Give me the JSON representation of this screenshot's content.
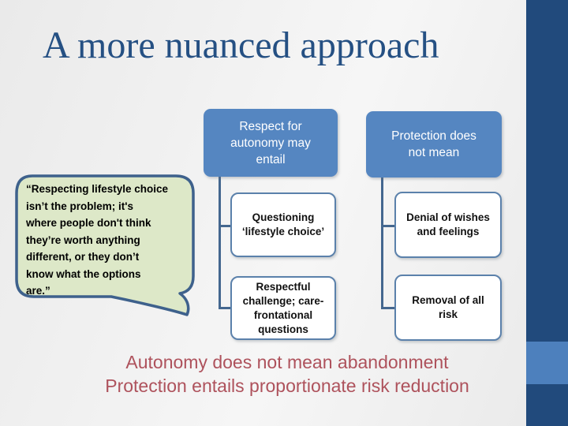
{
  "slide": {
    "title": "A more nuanced approach",
    "quote": "“Respecting lifestyle choice\nisn’t the problem; it's\nwhere people don't think\nthey’re worth anything\ndifferent, or they don’t\nknow what the options\nare.”",
    "diagram": {
      "columns": [
        {
          "header": "Respect for\nautonomy may\nentail",
          "items": [
            "Questioning\n‘lifestyle choice’",
            "Respectful\nchallenge; care-\nfrontational\nquestions"
          ]
        },
        {
          "header": "Protection does\nnot mean",
          "items": [
            "Denial of wishes\nand feelings",
            "Removal of all\nrisk"
          ]
        }
      ]
    },
    "footer": {
      "line1": "Autonomy does not mean abandonment",
      "line2": "Protection entails proportionate risk reduction"
    },
    "colors": {
      "title_blue": "#255083",
      "header_fill": "#5586c1",
      "accent_dark_blue": "#214a7c",
      "accent_light_blue": "#4d80bd",
      "bubble_fill": "#dde8c8",
      "bubble_border": "#3e618c",
      "node_border": "#5b81ab",
      "connector": "#44678f",
      "footer_red": "#ae525c"
    }
  }
}
